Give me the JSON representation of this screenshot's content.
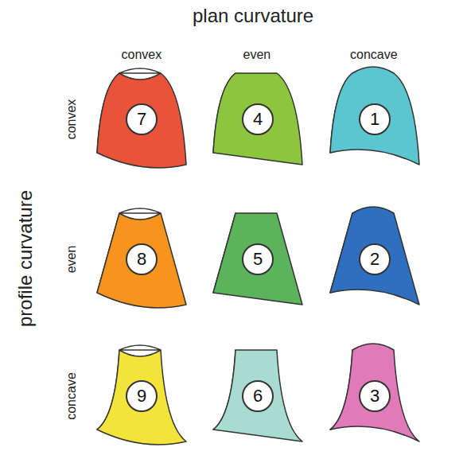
{
  "diagram": {
    "nodes": [
      {
        "text": [
          "7"
        ]
      },
      {
        "text": [
          "4"
        ]
      },
      {
        "text": [
          "1"
        ]
      },
      {
        "text": [
          "8"
        ]
      },
      {
        "text": [
          "5"
        ]
      },
      {
        "text": [
          "2"
        ]
      },
      {
        "text": [
          "9"
        ]
      },
      {
        "text": [
          "6"
        ]
      },
      {
        "text": [
          "3"
        ]
      }
    ],
    "labels": [
      "plan curvature",
      "convex",
      "even",
      "concave",
      "profile curvature",
      "convex",
      "even",
      "concave"
    ]
  }
}
